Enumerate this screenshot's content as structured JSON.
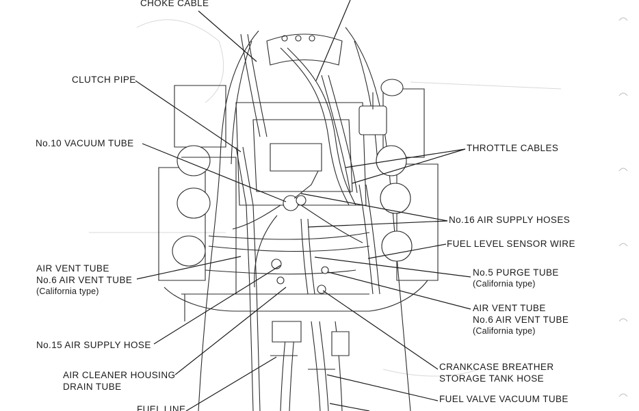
{
  "labels": {
    "choke_cable": "CHOKE CABLE",
    "clutch_pipe": "CLUTCH PIPE",
    "no10_vacuum_tube": "No.10 VACUUM TUBE",
    "throttle_cables": "THROTTLE CABLES",
    "no16_air_supply_hoses": "No.16 AIR SUPPLY HOSES",
    "fuel_level_sensor_wire": "FUEL LEVEL SENSOR WIRE",
    "left_air_vent_line1": "AIR VENT TUBE",
    "left_air_vent_line2": "No.6 AIR VENT TUBE",
    "left_air_vent_line3": "(California type)",
    "no5_purge_line1": "No.5 PURGE TUBE",
    "no5_purge_line2": "(California type)",
    "right_air_vent_line1": "AIR VENT TUBE",
    "right_air_vent_line2": "No.6 AIR VENT TUBE",
    "right_air_vent_line3": "(California type)",
    "no15_air_supply_hose": "No.15 AIR SUPPLY HOSE",
    "air_cleaner_line1": "AIR CLEANER HOUSING",
    "air_cleaner_line2": "DRAIN TUBE",
    "crankcase_line1": "CRANKCASE BREATHER",
    "crankcase_line2": "STORAGE TANK HOSE",
    "fuel_valve_vacuum_tube": "FUEL VALVE VACUUM TUBE",
    "fuel_line": "FUEL LINE"
  },
  "colors": {
    "ink": "#1a1a1a",
    "paper": "#ffffff"
  }
}
